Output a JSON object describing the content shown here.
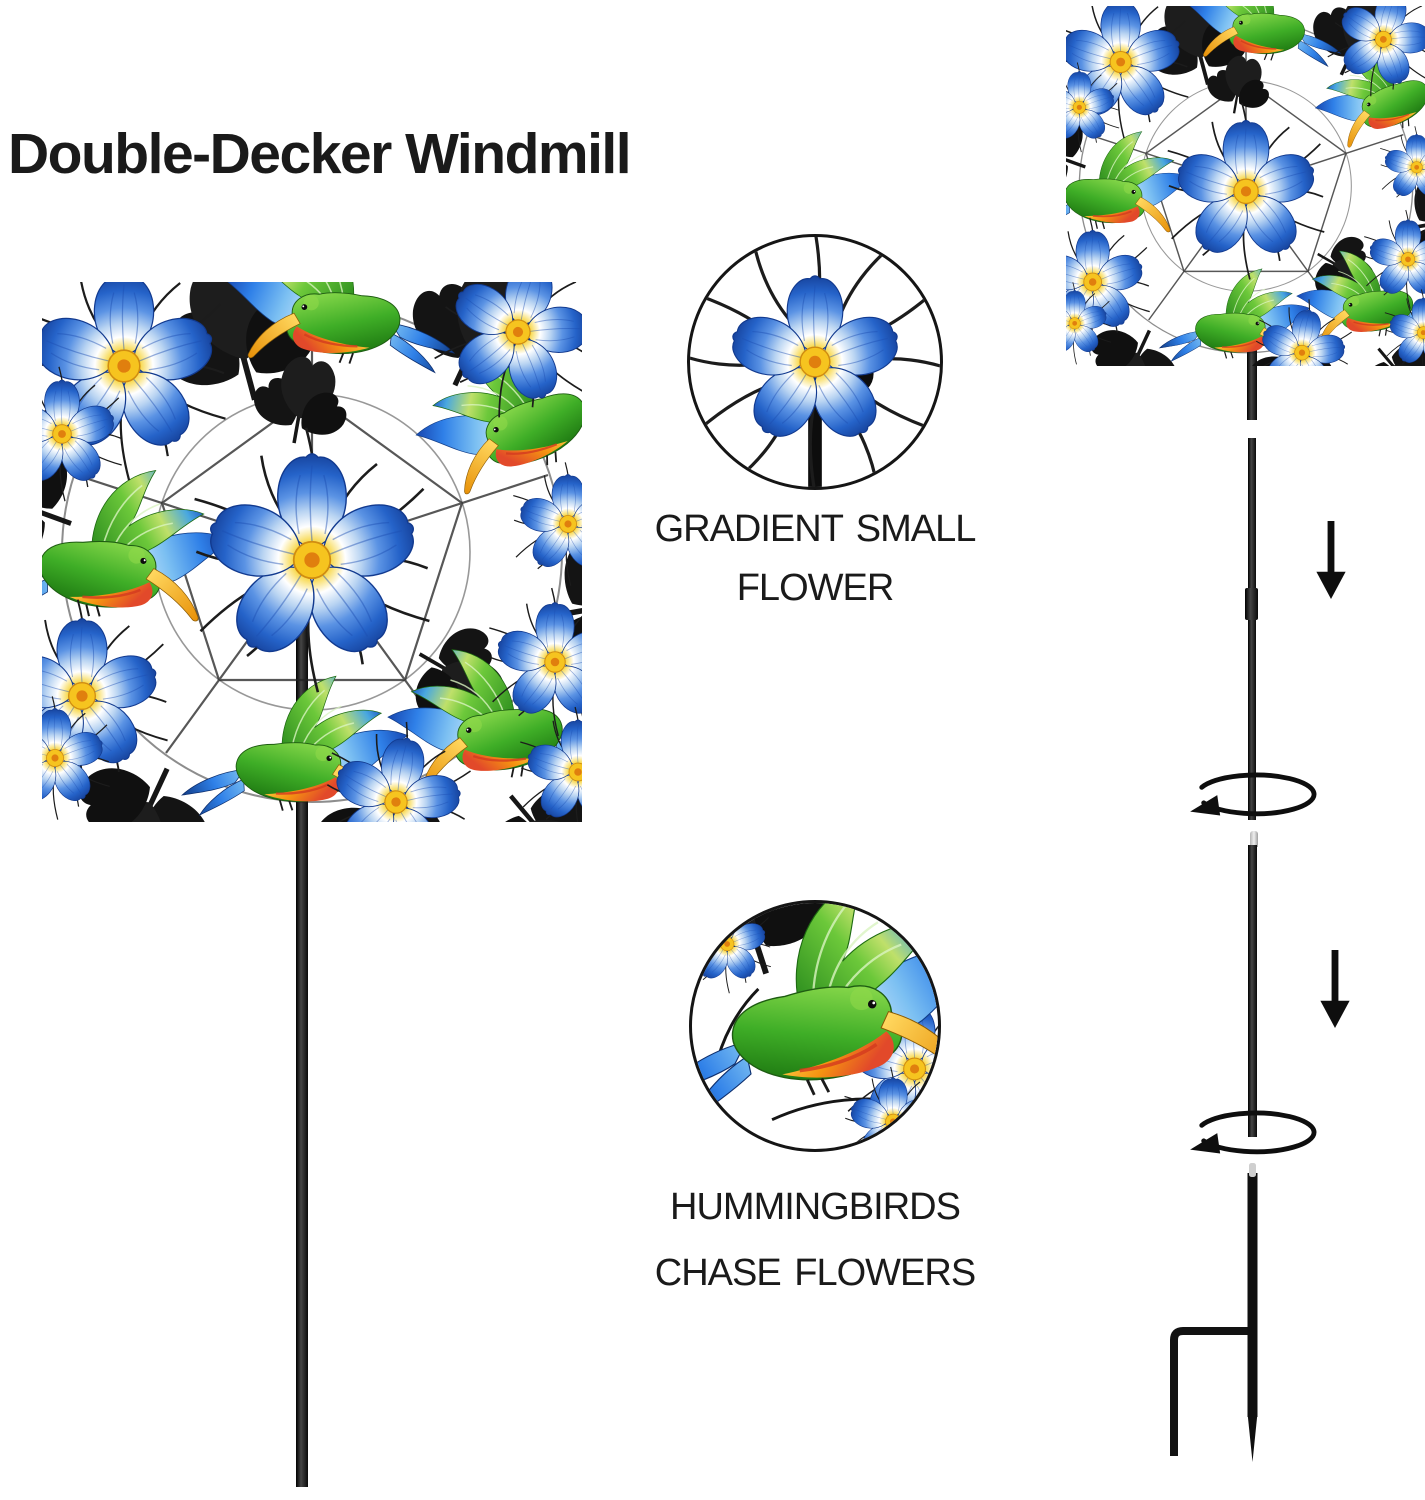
{
  "title": "Double-Decker Windmill",
  "callouts": {
    "flower": {
      "line1": "GRADIENT SMALL",
      "line2": "FLOWER"
    },
    "hummingbird": {
      "line1": "HUMMINGBIRDS",
      "line2": "CHASE FLOWERS"
    }
  },
  "assembly": {
    "step_icons": [
      "down-arrow-icon",
      "rotate-arrow-icon",
      "down-arrow-icon",
      "rotate-arrow-icon"
    ],
    "parts": [
      "spinner-head",
      "upper-pole",
      "middle-pole",
      "ground-stake"
    ]
  },
  "colors": {
    "petal_blue": "#2563c9",
    "petal_deep_blue": "#12398f",
    "flower_center_yellow": "#f6c41f",
    "flower_center_orange": "#e07f0e",
    "bird_green": "#3fae27",
    "bird_light_green": "#8fdc4e",
    "wing_blue": "#2f80e8",
    "belly_orange": "#f59311",
    "beak_amber": "#eda414",
    "metal_black": "#141414",
    "text_color": "#1a1a1a"
  }
}
